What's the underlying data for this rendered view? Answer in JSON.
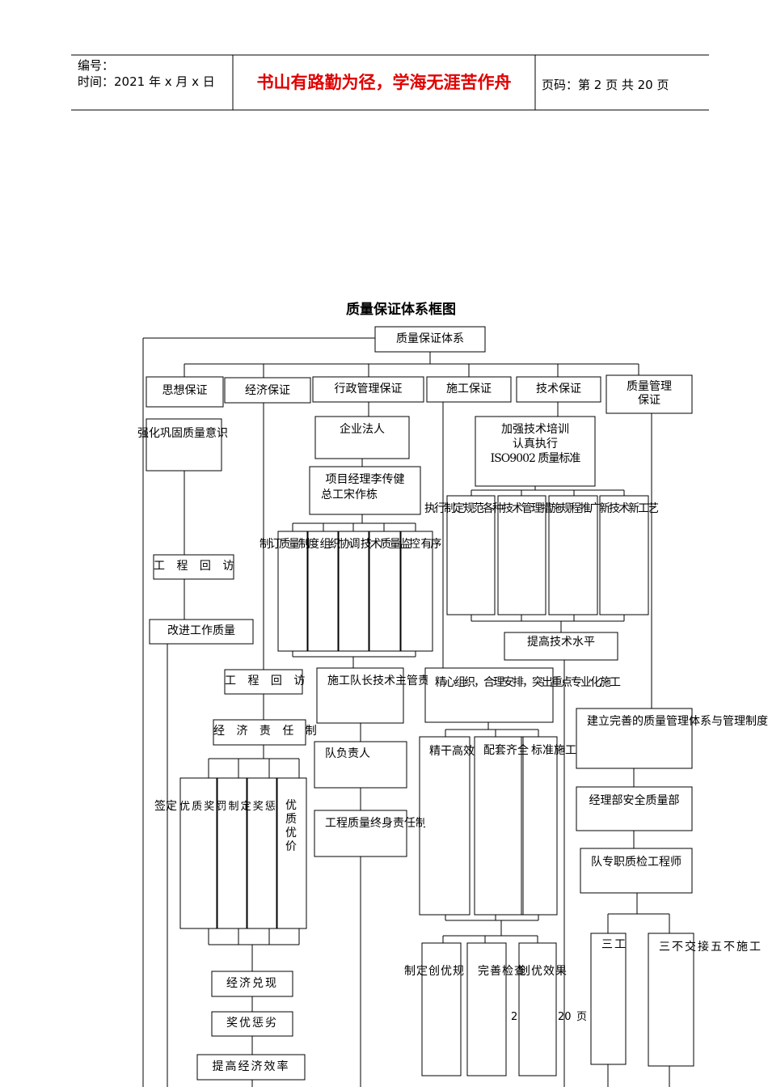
{
  "header": {
    "number_label": "编号：",
    "time_label": "时间：2021 年 x 月 x 日",
    "motto": "书山有路勤为径，学海无涯苦作舟",
    "page_label": "页码：第 2 页  共 20 页"
  },
  "title": "质量保证体系框图",
  "root": "质量保证体系",
  "categories": [
    "思想保证",
    "经济保证",
    "行政管理保证",
    "施工保证",
    "技术保证",
    "质量管理保证"
  ],
  "ideology": {
    "awareness": "强化巩固质量意识",
    "revisit": "工 程 回 访",
    "improve": "改进工作质量"
  },
  "economy": {
    "revisit": "工 程 回 访",
    "responsibility": "经 济 责 任 制",
    "sign": "签定",
    "overlap": "优 质 奖 罚 制 定 奖 惩",
    "quality_price": "优质优价",
    "cash": "经济兑现",
    "reward": "奖优惩劣",
    "efficiency": "提高经济效率"
  },
  "admin": {
    "legal": "企业法人",
    "pm_line1": "项目经理李传健",
    "pm_line2": "总工宋作栋",
    "overlap": "制订质量制度 组织协调 技术质量监控 有序",
    "team_lead": "施工队长技术主管责",
    "team_resp": "队负责人",
    "lifetime": "工程质量终身责任制"
  },
  "construction": {
    "organize": "精心组织，合理安排，突出重点专业化施工",
    "lean": "精干高效",
    "complete": "配套齐全",
    "standard": "标准施工",
    "rules": "制定创优规",
    "perfect": "完善检查",
    "effect": "创优效果"
  },
  "technology": {
    "training_l1": "加强技术培训",
    "training_l2": "认真执行",
    "training_l3": "ISO9002 质量标准",
    "overlap": "执行制定规范各种技术管理措施规程推广新技术新工艺",
    "raise": "提高技术水平"
  },
  "qm": {
    "system": "建立完善的质量管理体系与管理制度",
    "dept": "经理部安全质量部",
    "inspector": "队专职质检工程师",
    "three": "三工",
    "nothree": "三不交接五不施工"
  },
  "footer": {
    "page_num": "2",
    "page_total": "20",
    "page_unit": "页"
  }
}
